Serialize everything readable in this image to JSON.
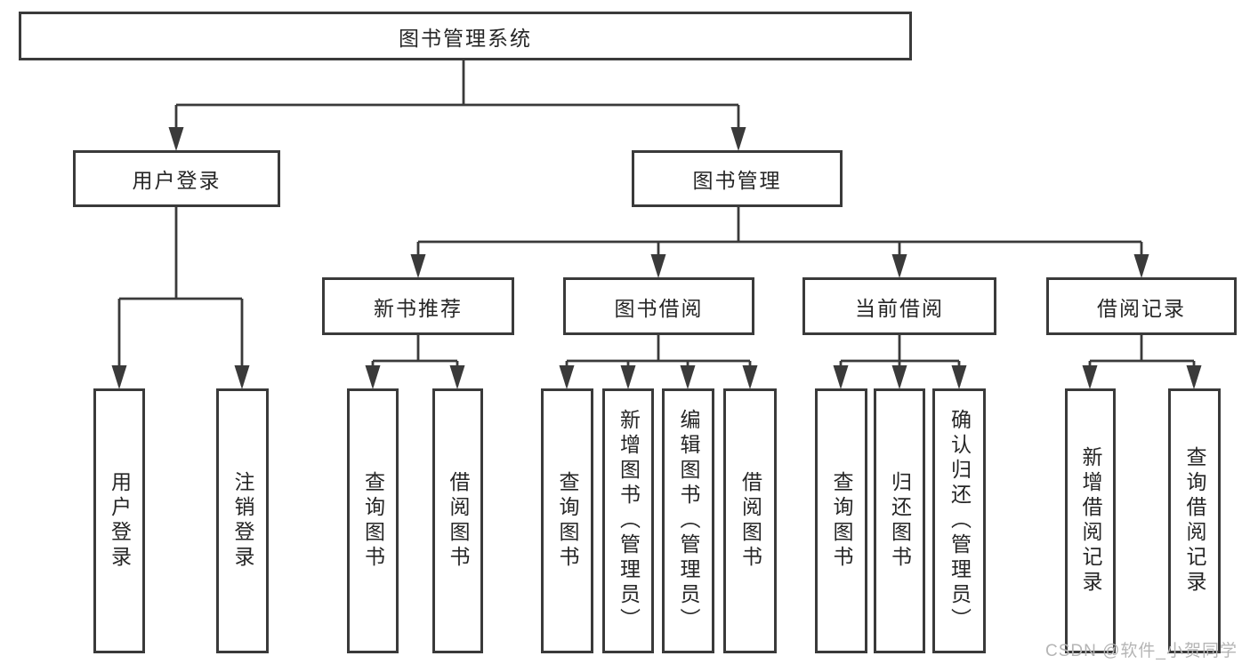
{
  "diagram_title": "图书管理系统",
  "tree": {
    "root": {
      "label": "图书管理系统"
    },
    "children": [
      {
        "label": "用户登录",
        "children": [
          {
            "label": "用户登录"
          },
          {
            "label": "注销登录"
          }
        ]
      },
      {
        "label": "图书管理",
        "children": [
          {
            "label": "新书推荐",
            "children": [
              {
                "label": "查询图书"
              },
              {
                "label": "借阅图书"
              }
            ]
          },
          {
            "label": "图书借阅",
            "children": [
              {
                "label": "查询图书"
              },
              {
                "label": "新增图书（管理员）"
              },
              {
                "label": "编辑图书（管理员）"
              },
              {
                "label": "借阅图书"
              }
            ]
          },
          {
            "label": "当前借阅",
            "children": [
              {
                "label": "查询图书"
              },
              {
                "label": "归还图书"
              },
              {
                "label": "确认归还（管理员）"
              }
            ]
          },
          {
            "label": "借阅记录",
            "children": [
              {
                "label": "新增借阅记录"
              },
              {
                "label": "查询借阅记录"
              }
            ]
          }
        ]
      }
    ]
  },
  "watermark": {
    "text": "CSDN @软件_小贺同学"
  },
  "colors": {
    "line": "#3a3a3a",
    "text": "#262626",
    "watermark": "#b5b5b5",
    "background": "#ffffff"
  }
}
